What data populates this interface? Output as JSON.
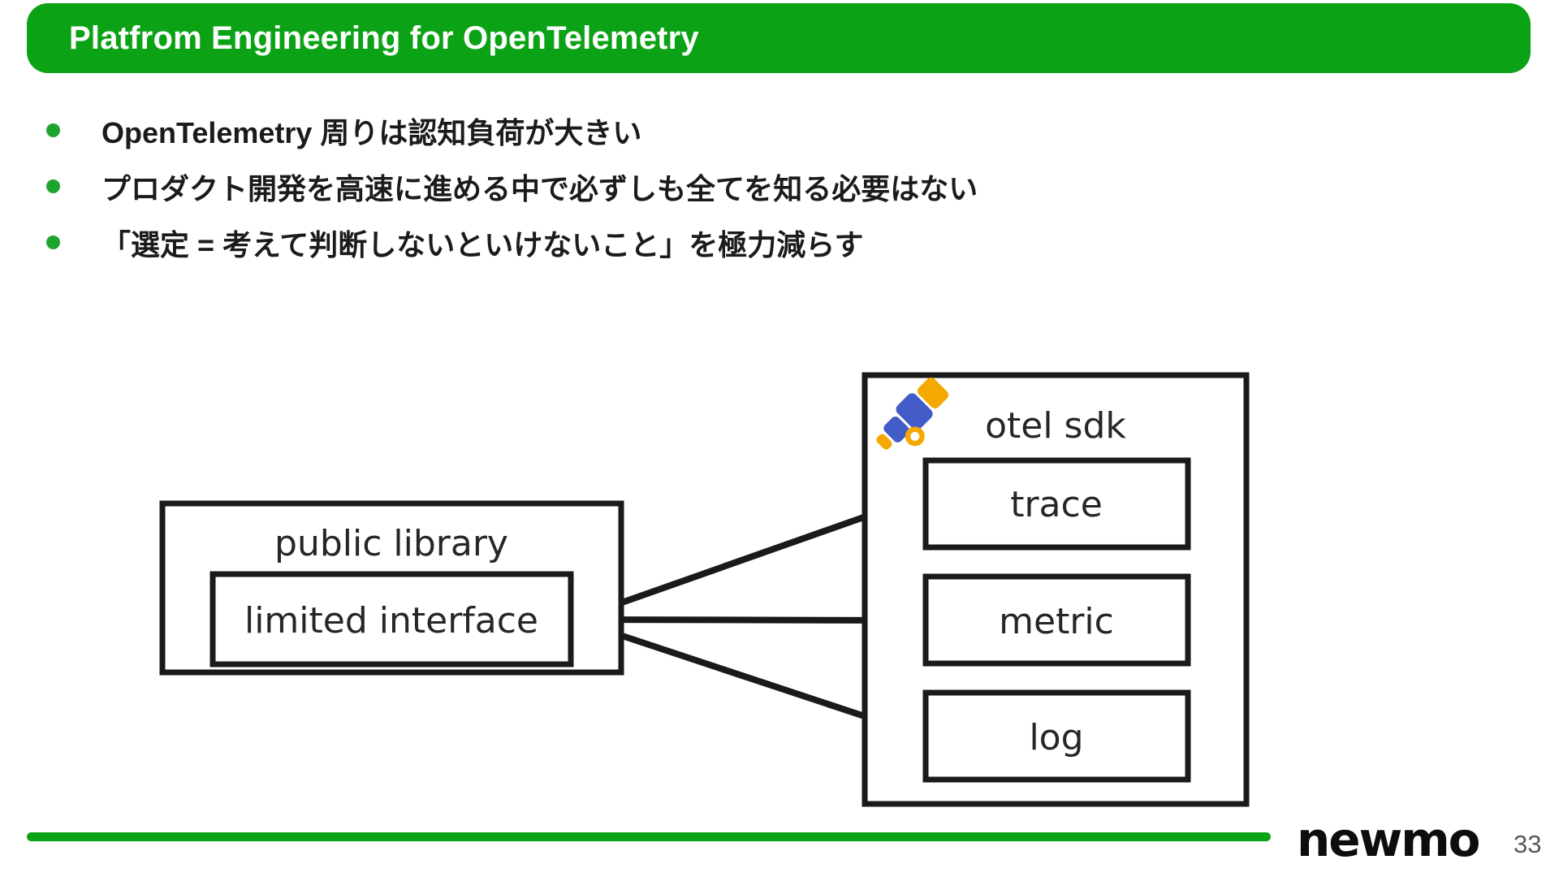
{
  "slide": {
    "header": {
      "title": "Platfrom Engineering for OpenTelemetry",
      "bg_color": "#0BA315",
      "text_color": "#ffffff"
    },
    "bullets": [
      "OpenTelemetry 周りは認知負荷が大きい",
      "プロダクト開発を高速に進める中で必ずしも全てを知る必要はない",
      "「選定 = 考えて判断しないといけないこと」を極力減らす"
    ],
    "diagram": {
      "left_group": {
        "label": "public library",
        "inner_label": "limited interface"
      },
      "right_group": {
        "label": "otel sdk",
        "icon": "opentelemetry-logo",
        "items": [
          "trace",
          "metric",
          "log"
        ]
      },
      "connections": [
        {
          "from": "trace",
          "to": "limited interface"
        },
        {
          "from": "metric",
          "to": "limited interface"
        },
        {
          "from": "log",
          "to": "limited interface"
        }
      ],
      "arrow_direction": "arrowhead points into limited interface"
    },
    "footer": {
      "brand": "newmo",
      "page_number": "33"
    },
    "colors": {
      "green": "#0BA315",
      "bullet_dot_green": "#1FA42B",
      "box_border": "#1a1a1a",
      "text_dark": "#1b1b1b",
      "otel_orange": "#F5A800",
      "otel_blue": "#425CC7",
      "page_number_gray": "#595959"
    }
  }
}
